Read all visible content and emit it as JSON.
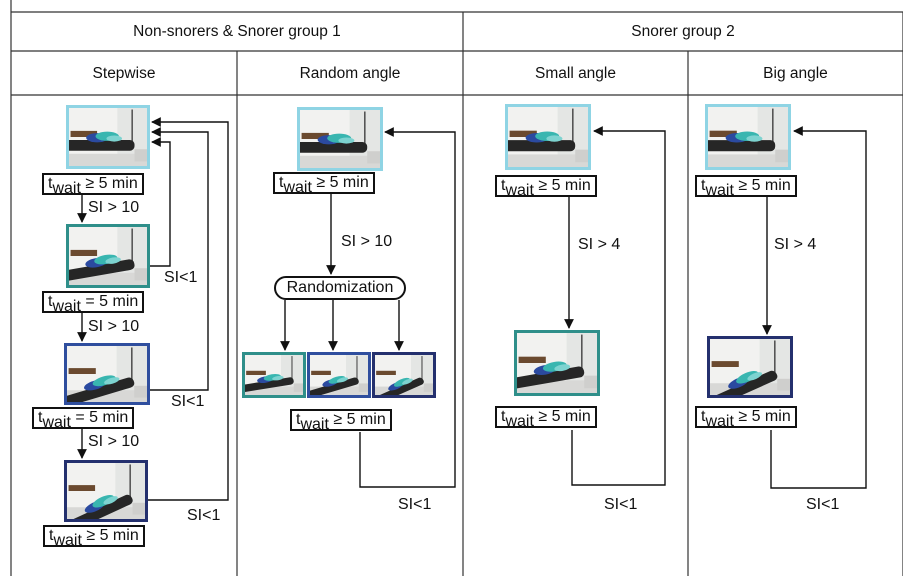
{
  "headers": {
    "group_a": "Non-snorers & Snorer group 1",
    "group_b": "Snorer group 2",
    "stepwise": "Stepwise",
    "random_angle": "Random angle",
    "small_angle": "Small angle",
    "big_angle": "Big angle"
  },
  "wait": {
    "t": "t",
    "sub": "wait",
    "ge": "≥ 5 min",
    "eq": "= 5 min"
  },
  "conditions": {
    "si_gt_10": "SI > 10",
    "si_gt_4": "SI > 4",
    "si_lt_1": "SI<1"
  },
  "randomization": "Randomization",
  "colors": {
    "flat_frame": "#8fd4e4",
    "small_frame": "#2f8f8a",
    "medium_frame": "#2f4e9e",
    "big_frame": "#24306e",
    "line": "#111111"
  }
}
